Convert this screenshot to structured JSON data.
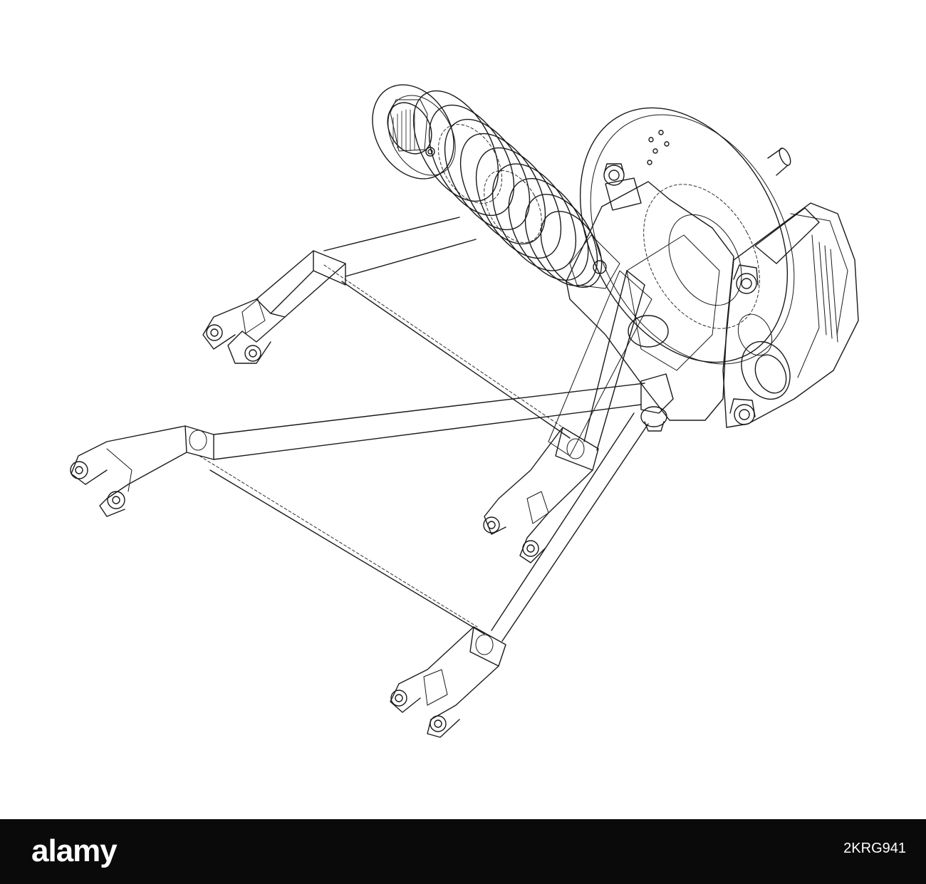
{
  "image": {
    "subject": "suspension-assembly-wireframe",
    "background_color": "#ffffff",
    "line_color": "#1a1a1a"
  },
  "footer": {
    "brand": "alamy",
    "stock_id": "2KRG941",
    "background_color": "#0a0a0a",
    "text_color": "#ffffff"
  }
}
